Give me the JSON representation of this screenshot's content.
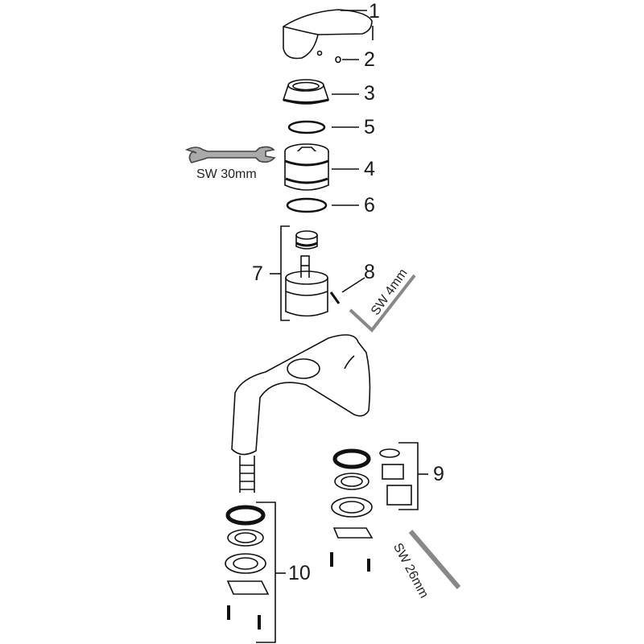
{
  "diagram": {
    "type": "exploded-parts-view",
    "subject": "single-lever basin mixer faucet",
    "parts": [
      {
        "number": "1",
        "name": "lever handle"
      },
      {
        "number": "2",
        "name": "set screw"
      },
      {
        "number": "3",
        "name": "cover cap"
      },
      {
        "number": "4",
        "name": "cartridge nut"
      },
      {
        "number": "5",
        "name": "o-ring upper"
      },
      {
        "number": "6",
        "name": "o-ring lower"
      },
      {
        "number": "7",
        "name": "cartridge assembly"
      },
      {
        "number": "8",
        "name": "screw"
      },
      {
        "number": "9",
        "name": "aerator set"
      },
      {
        "number": "10",
        "name": "mounting set"
      }
    ],
    "tools": [
      {
        "name": "open-end wrench",
        "label": "SW 30mm"
      },
      {
        "name": "hex key",
        "label": "SW 4mm"
      },
      {
        "name": "open-end wrench",
        "label": "SW 26mm"
      }
    ]
  }
}
